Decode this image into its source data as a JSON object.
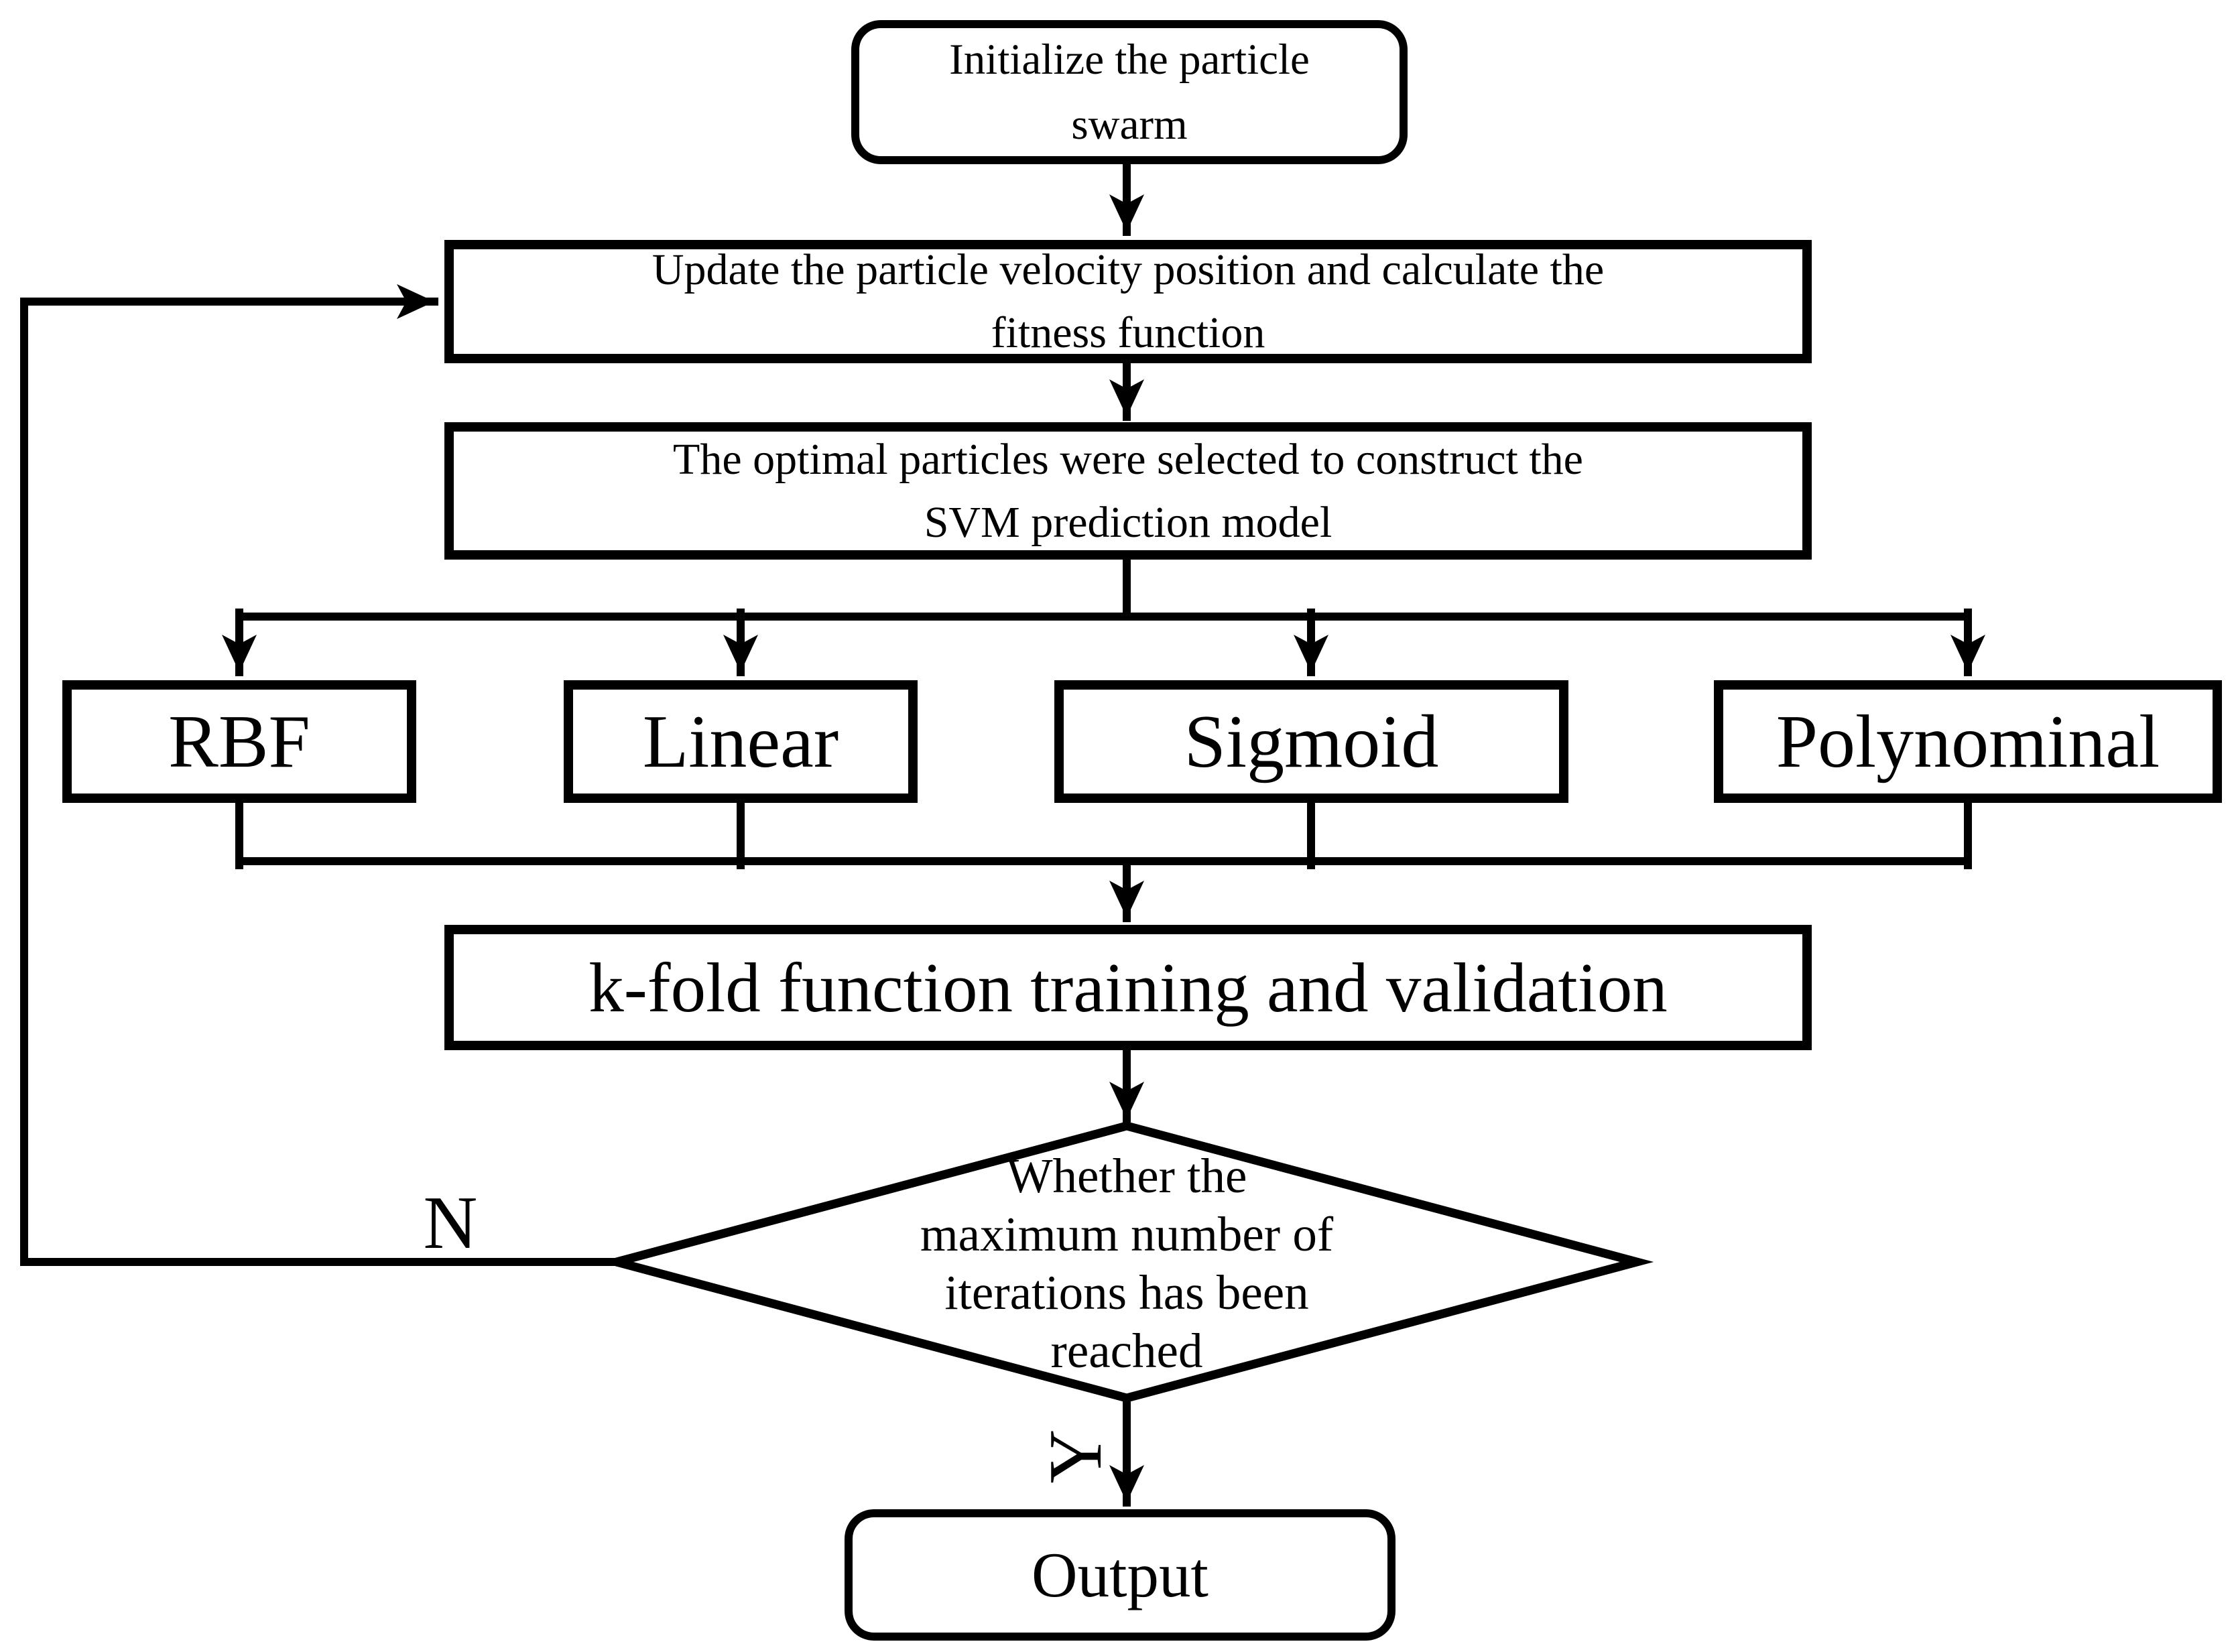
{
  "canvas": {
    "background": "#ffffff",
    "ink": "#000000"
  },
  "flowchart": {
    "start": {
      "lines": [
        "Initialize the particle",
        "swarm"
      ]
    },
    "update": {
      "lines": [
        "Update the particle velocity position and calculate the",
        "fitness function"
      ]
    },
    "select": {
      "lines": [
        "The optimal particles were selected to construct the",
        "SVM prediction model"
      ]
    },
    "kernels": [
      {
        "label": "RBF"
      },
      {
        "label": "Linear"
      },
      {
        "label": "Sigmoid"
      },
      {
        "label": "Polynominal"
      }
    ],
    "kfold": {
      "label": "k-fold function training and validation"
    },
    "decision": {
      "lines": [
        "Whether the",
        "maximum number of",
        "iterations has been",
        "reached"
      ]
    },
    "output": {
      "label": "Output"
    },
    "branch_labels": {
      "no": "N",
      "yes": "Y"
    }
  }
}
